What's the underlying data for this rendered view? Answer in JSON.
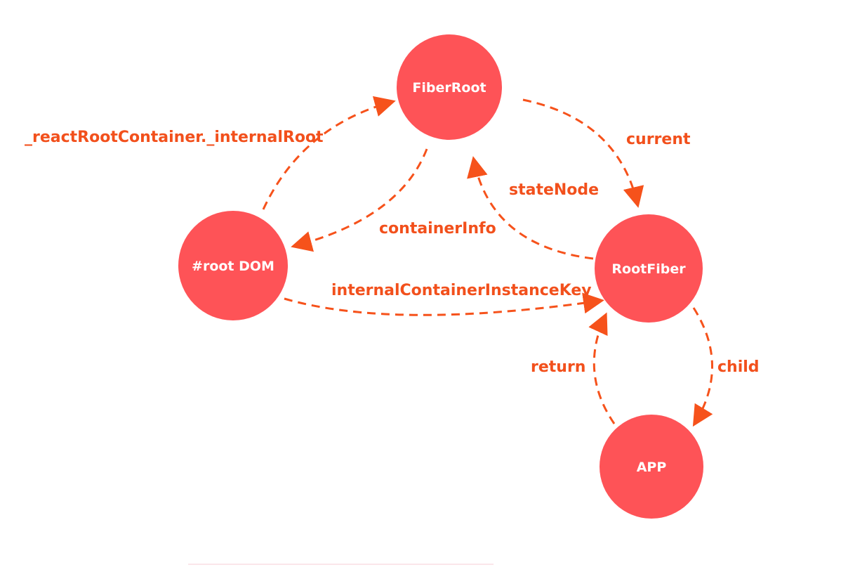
{
  "nodes": {
    "fiberroot": {
      "label": "FiberRoot"
    },
    "rootdom": {
      "label": "#root DOM"
    },
    "rootfiber": {
      "label": "RootFiber"
    },
    "app": {
      "label": "APP"
    }
  },
  "edges": {
    "react_root_container": {
      "label": "_reactRootContainer._internalRoot"
    },
    "current": {
      "label": "current"
    },
    "state_node": {
      "label": "stateNode"
    },
    "container_info": {
      "label": "containerInfo"
    },
    "internal_container_key": {
      "label": "internalContainerInstanceKey"
    },
    "child": {
      "label": "child"
    },
    "return": {
      "label": "return"
    }
  },
  "colors": {
    "node_fill": "#fe5357",
    "edge_stroke": "#f6521b",
    "label_text": "#f2501c",
    "node_text": "#ffffff"
  }
}
